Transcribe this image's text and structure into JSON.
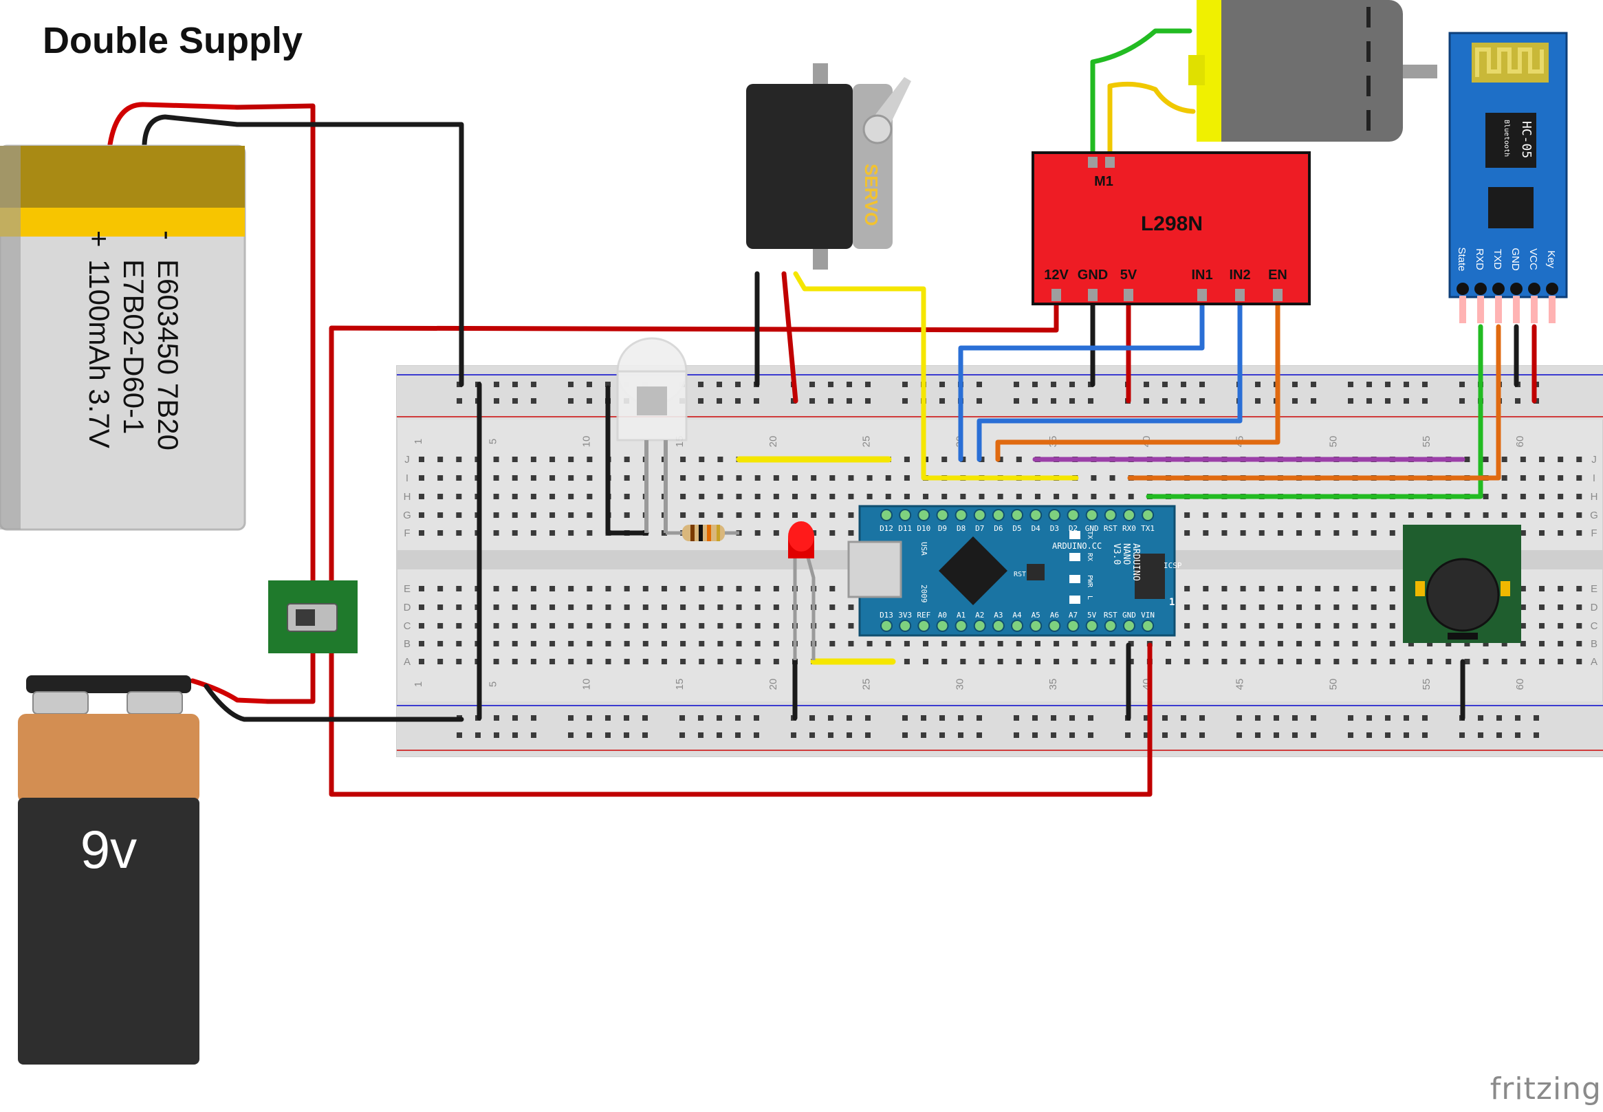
{
  "title": "Double Supply",
  "brand": "fritzing",
  "lipo_battery": {
    "minus": "-",
    "plus": "+",
    "line1": "E603450 7B20",
    "line2": "E7B02-D60-1",
    "line3": "1100mAh 3.7V"
  },
  "battery_9v": {
    "label": "9v"
  },
  "servo": {
    "label": "SERVO"
  },
  "motor_driver": {
    "name": "L298N",
    "motor_terminal": "M1",
    "pins": [
      "12V",
      "GND",
      "5V",
      "IN1",
      "IN2",
      "EN"
    ]
  },
  "bluetooth": {
    "model": "HC-05",
    "sub": "Bluetooth",
    "pins": [
      "State",
      "RXD",
      "TXD",
      "GND",
      "VCC",
      "Key"
    ]
  },
  "arduino": {
    "top_pins": [
      "D12",
      "D11",
      "D10",
      "D9",
      "D8",
      "D7",
      "D6",
      "D5",
      "D4",
      "D3",
      "D2",
      "GND",
      "RST",
      "RX0",
      "TX1"
    ],
    "bottom_pins": [
      "D13",
      "3V3",
      "REF",
      "A0",
      "A1",
      "A2",
      "A3",
      "A4",
      "A5",
      "A6",
      "A7",
      "5V",
      "RST",
      "GND",
      "VIN"
    ],
    "brand": "ARDUINO.CC",
    "model_lines": [
      "ARDUINO",
      "NANO",
      "V3.0"
    ],
    "usa": "USA",
    "year": "2009",
    "rst": "RST",
    "icsp": "ICSP",
    "led_labels": [
      "TX",
      "RX",
      "PWR",
      "L"
    ],
    "icsp_index": "1"
  },
  "breadboard": {
    "row_letters_top": [
      "J",
      "I",
      "H",
      "G",
      "F"
    ],
    "row_letters_bottom": [
      "E",
      "D",
      "C",
      "B",
      "A"
    ],
    "column_numbers": [
      "1",
      "5",
      "10",
      "15",
      "20",
      "25",
      "30",
      "35",
      "40",
      "45",
      "50",
      "55",
      "60"
    ]
  },
  "colors": {
    "wire_red": "#d00000",
    "wire_black": "#1a1a1a",
    "wire_yellow": "#f5e600",
    "wire_blue": "#2a6fd6",
    "wire_orange": "#e06a10",
    "wire_green": "#22bb22",
    "wire_purple": "#9b3fa8",
    "driver_red": "#ee1c24",
    "arduino_blue": "#1a74a3",
    "bluetooth_blue": "#1e6fc7",
    "buzzer_green": "#1f5e2e",
    "breadboard": "#e3e3e3"
  }
}
